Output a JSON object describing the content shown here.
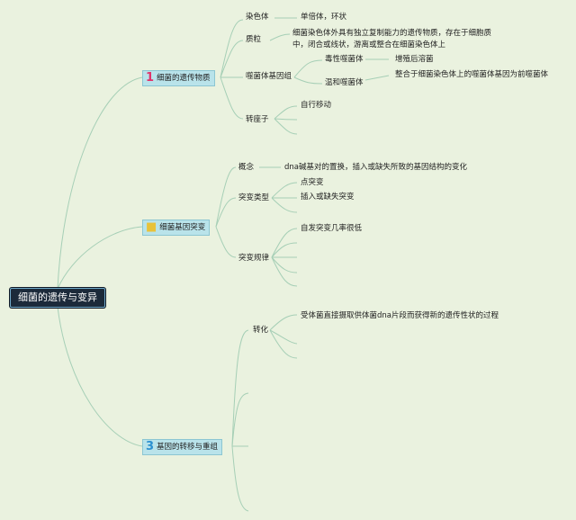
{
  "root": "细菌的遗传与变异",
  "branches": [
    {
      "number": "1",
      "label": "细菌的遗传物质",
      "children": [
        {
          "label": "染色体",
          "details": [
            "单倍体，环状"
          ]
        },
        {
          "label": "质粒",
          "details": [
            "细菌染色体外具有独立复制能力的遗传物质，存在于细胞质中，闭合或线状，游离或整合在细菌染色体上"
          ]
        },
        {
          "label": "噬菌体基因组",
          "sub": [
            {
              "label": "毒性噬菌体",
              "details": [
                "增殖后溶菌"
              ]
            },
            {
              "label": "温和噬菌体",
              "details": [
                "整合于细菌染色体上的噬菌体基因为前噬菌体"
              ]
            }
          ]
        },
        {
          "label": "转座子",
          "details": [
            "自行移动"
          ]
        }
      ]
    },
    {
      "number": "",
      "label": "细菌基因突变",
      "children": [
        {
          "label": "概念",
          "details": [
            "dna碱基对的置换，插入或缺失所致的基因结构的变化"
          ]
        },
        {
          "label": "突变类型",
          "details": [
            "点突变",
            "插入或缺失突变"
          ]
        },
        {
          "label": "突变规律",
          "details": [
            "自发突变几率很低"
          ]
        }
      ]
    },
    {
      "number": "3",
      "label": "基因的转移与重组",
      "children": [
        {
          "label": "转化",
          "details": [
            "受体菌直接摄取供体菌dna片段而获得新的遗传性状的过程"
          ]
        }
      ]
    }
  ],
  "colors": {
    "background": "#eaf2df",
    "line": "#a6cfb6",
    "root_fill": "#1c2a3a",
    "branch_fill": "#b9e3ea"
  }
}
